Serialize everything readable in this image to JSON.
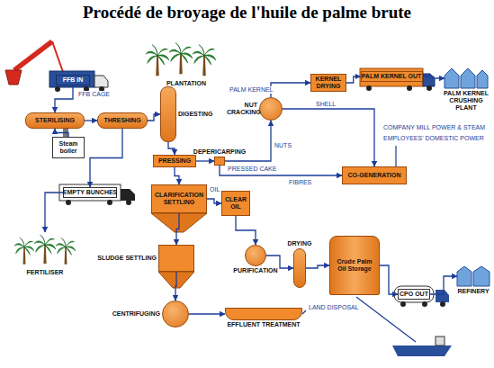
{
  "diagram": {
    "title": "Procédé de broyage de l'huile de palme brute",
    "nodes": [
      {
        "text": [
          "FFB IN"
        ]
      },
      {
        "text": [
          "PLANTATION"
        ]
      },
      {
        "text": [
          "NUT CRACKING"
        ]
      },
      {
        "text": [
          "KERNEL DRYING"
        ]
      },
      {
        "text": [
          "PALM KERNEL OUT"
        ]
      },
      {
        "text": [
          "PALM KERNEL CRUSHING PLANT"
        ]
      },
      {
        "text": [
          "STERILISING"
        ]
      },
      {
        "text": [
          "THRESHING"
        ]
      },
      {
        "text": [
          "DIGESTING"
        ]
      },
      {
        "text": [
          "PRESSING"
        ]
      },
      {
        "text": [
          "DEPERICARPING"
        ]
      },
      {
        "text": [
          "CO-GENERATION"
        ]
      },
      {
        "text": [
          "Steam boiler"
        ]
      },
      {
        "text": [
          "EMPTY BUNCHES"
        ]
      },
      {
        "text": [
          "CLARIFICATION",
          "SETTLING"
        ]
      },
      {
        "text": [
          "CLEAR OIL"
        ]
      },
      {
        "text": [
          "PURIFICATION"
        ]
      },
      {
        "text": [
          "DRYING"
        ]
      },
      {
        "text": [
          "Crude Palm Oil Storage"
        ]
      },
      {
        "text": [
          "CPO OUT"
        ]
      },
      {
        "text": [
          "REFINERY"
        ]
      },
      {
        "text": [
          "FERTILISER"
        ]
      },
      {
        "text": [
          "SLUDGE SETTLING"
        ]
      },
      {
        "text": [
          "CENTRIFUGING"
        ]
      },
      {
        "text": [
          "EFFLUENT TREATMENT"
        ]
      }
    ],
    "edges": [
      {
        "from": 0,
        "to": 6,
        "arrow": "to",
        "label": "FFB CAGE"
      },
      {
        "from": 12,
        "to": 6,
        "arrow": "to"
      },
      {
        "from": 6,
        "to": 7,
        "arrow": "to"
      },
      {
        "from": 7,
        "to": 8,
        "arrow": "to"
      },
      {
        "from": 7,
        "to": 13,
        "arrow": "to"
      },
      {
        "from": 13,
        "to": 21,
        "arrow": "to"
      },
      {
        "from": 8,
        "to": 9,
        "arrow": "to"
      },
      {
        "from": 9,
        "to": 10,
        "arrow": "to",
        "label": "PRESSED CAKE"
      },
      {
        "from": 10,
        "to": 2,
        "arrow": "to",
        "label": "NUTS"
      },
      {
        "from": 10,
        "to": 11,
        "arrow": "to",
        "label": "FIBRES"
      },
      {
        "from": 2,
        "to": 3,
        "arrow": "to",
        "label": "PALM KERNEL"
      },
      {
        "from": 2,
        "to": 11,
        "arrow": "to",
        "label": "SHELL"
      },
      {
        "from": 3,
        "to": 4,
        "arrow": "to"
      },
      {
        "from": 4,
        "to": 5,
        "arrow": "to"
      },
      {
        "from": 9,
        "to": 14,
        "arrow": "to"
      },
      {
        "from": 14,
        "to": 15,
        "arrow": "to",
        "label": "OIL"
      },
      {
        "from": 15,
        "to": 16,
        "arrow": "to"
      },
      {
        "from": 16,
        "to": 17,
        "arrow": "to"
      },
      {
        "from": 17,
        "to": 18,
        "arrow": "to"
      },
      {
        "from": 18,
        "to": 19,
        "arrow": "to"
      },
      {
        "from": 19,
        "to": 20,
        "arrow": "to"
      },
      {
        "from": 14,
        "to": 22,
        "arrow": "to"
      },
      {
        "from": 22,
        "to": 23,
        "arrow": "to"
      },
      {
        "from": 23,
        "to": 24,
        "arrow": "to"
      }
    ],
    "labels": [
      "COMPANY MILL POWER & STEAM",
      "EMPLOYEES' DOMESTIC POWER",
      "LAND DISPOSAL"
    ]
  }
}
